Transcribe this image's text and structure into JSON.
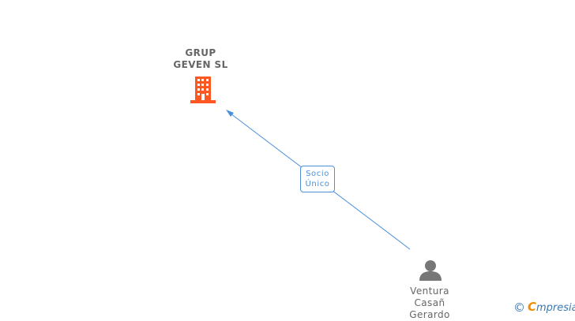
{
  "nodes": {
    "company": {
      "name_lines": [
        "GRUP",
        "GEVEN SL"
      ],
      "icon": "building-icon",
      "color": "#ff5722"
    },
    "person": {
      "name_lines": [
        "Ventura",
        "Casañ",
        "Gerardo"
      ],
      "icon": "person-icon",
      "color": "#777777"
    }
  },
  "edge": {
    "label_lines": [
      "Socio",
      "Único"
    ],
    "color": "#4a90d9"
  },
  "brand": {
    "copyright": "©",
    "initial": "C",
    "name": "mpresia"
  }
}
